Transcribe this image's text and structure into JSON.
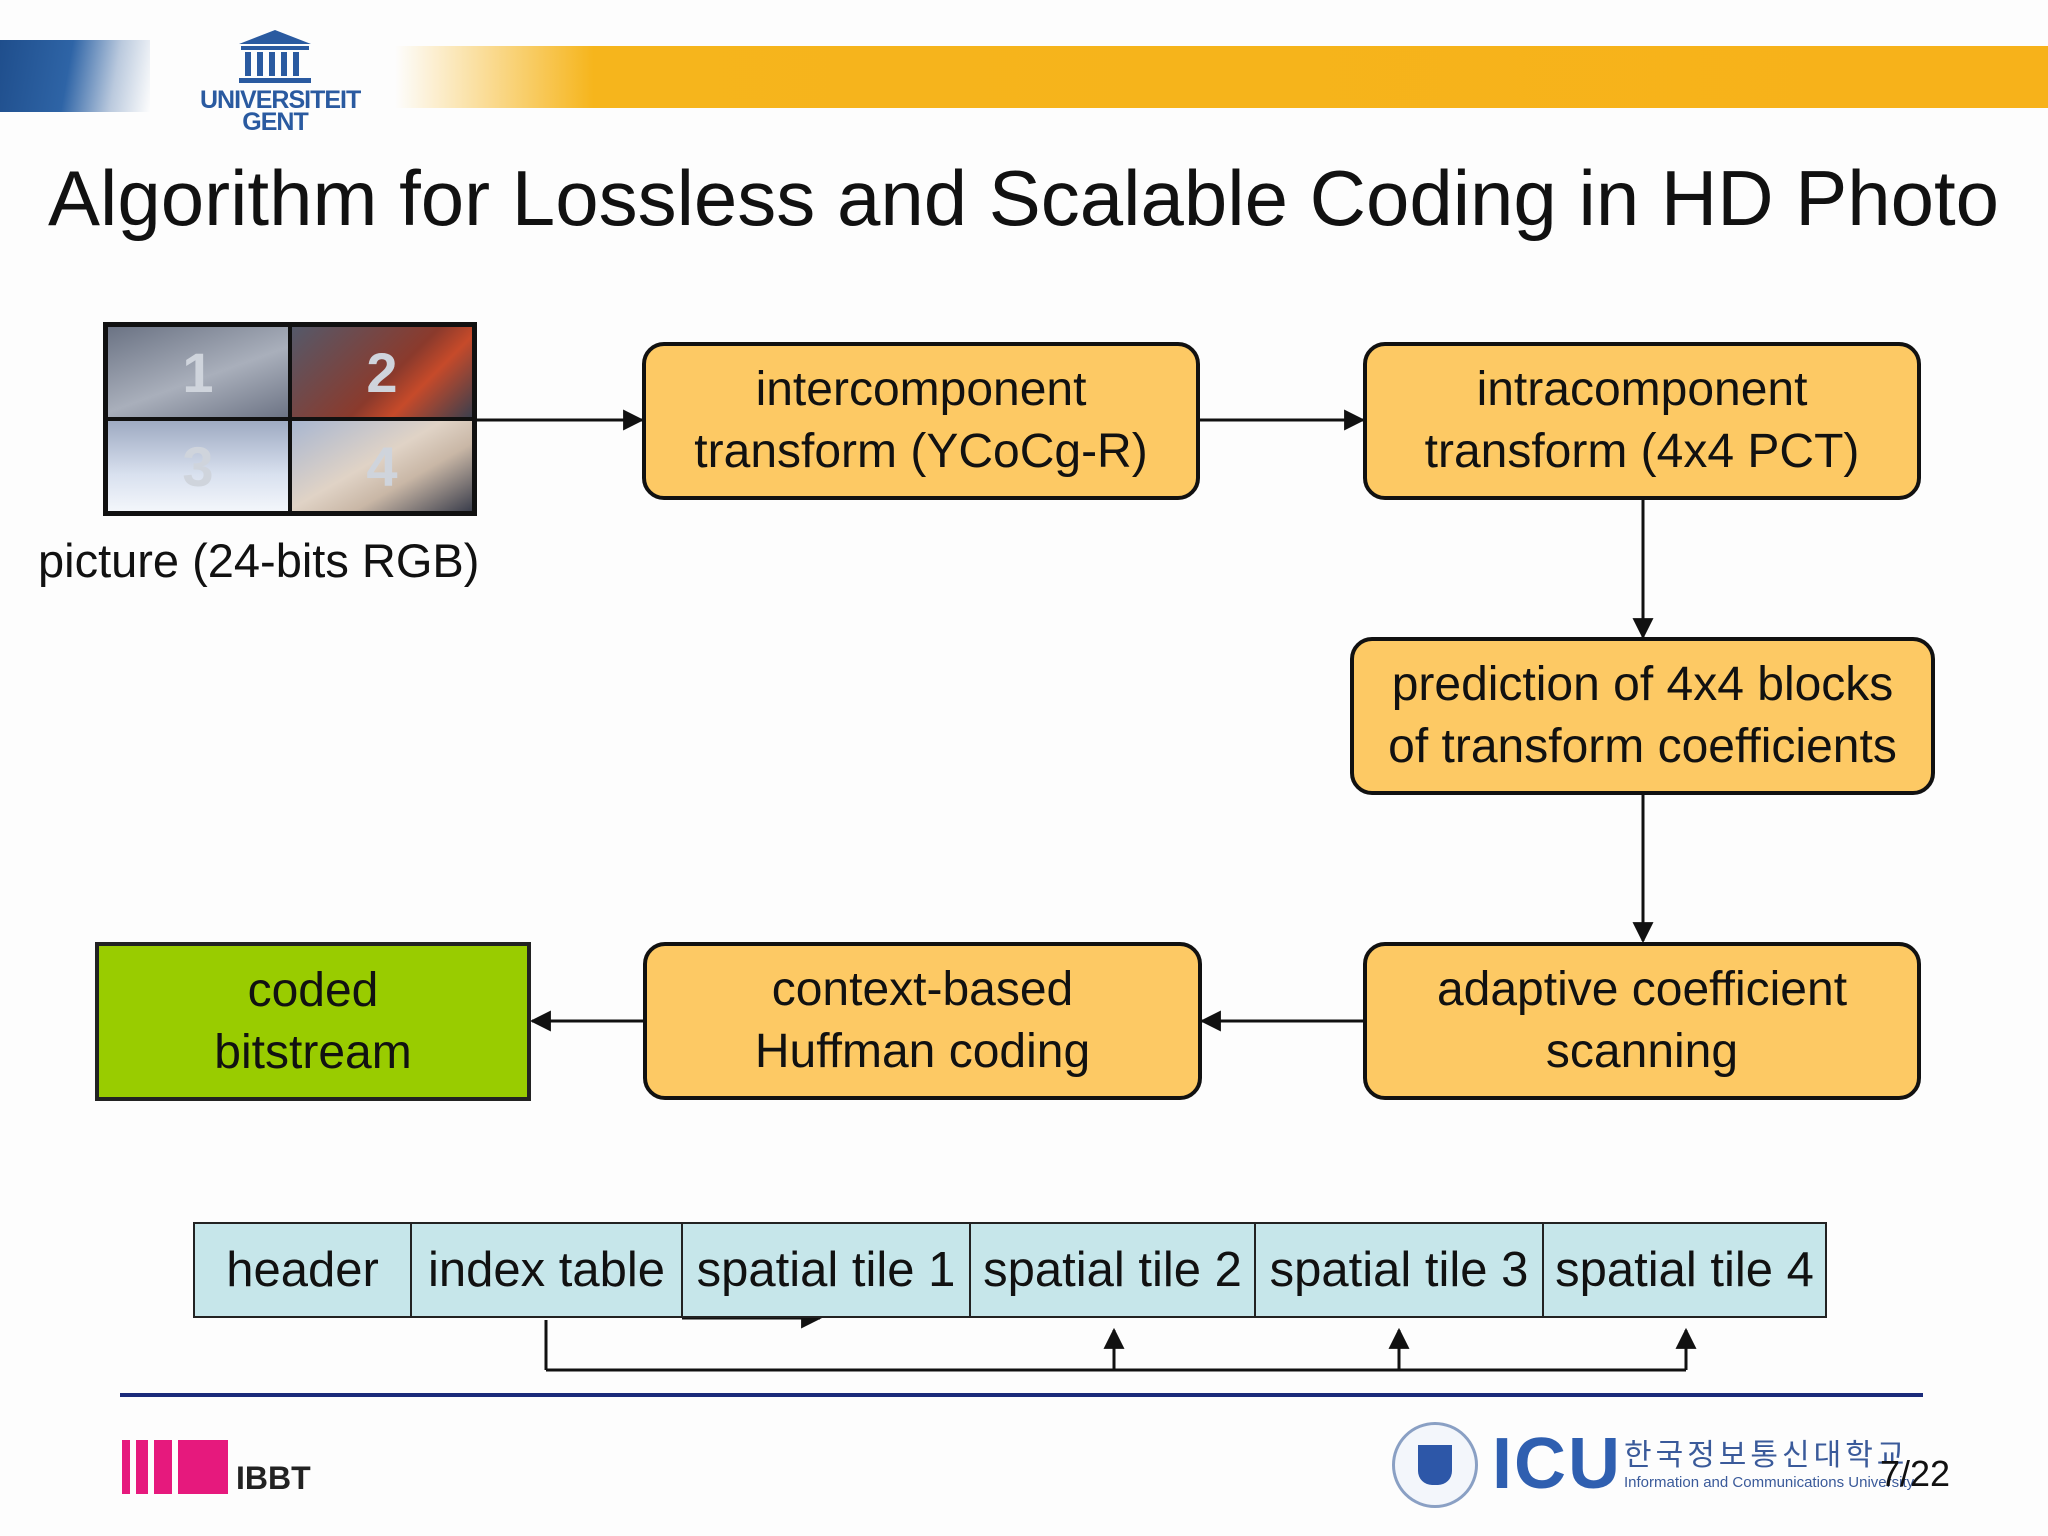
{
  "header": {
    "logo_line1": "UNIVERSITEIT",
    "logo_line2": "GENT"
  },
  "title": "Algorithm for Lossless and Scalable Coding in HD Photo",
  "picture": {
    "tiles": [
      "1",
      "2",
      "3",
      "4"
    ],
    "caption": "picture (24-bits RGB)"
  },
  "flow": {
    "intercomponent": "intercomponent\ntransform (YCoCg-R)",
    "intracomponent": "intracomponent\ntransform (4x4 PCT)",
    "prediction": "prediction of 4x4 blocks\nof transform coefficients",
    "scanning": "adaptive coefficient\nscanning",
    "huffman": "context-based\nHuffman coding",
    "output": "coded\nbitstream"
  },
  "bitstream": {
    "segments": [
      "header",
      "index table",
      "spatial tile 1",
      "spatial tile 2",
      "spatial tile 3",
      "spatial tile 4"
    ]
  },
  "footer": {
    "ibbt": "IBBT",
    "icu_brand": "ICU",
    "icu_korean": "한국정보통신대학교",
    "icu_english": "Information and Communications University",
    "page": "7/22"
  },
  "colors": {
    "box_fill": "#fdc964",
    "output_fill": "#99cc00",
    "strip_fill": "#c6e6ea",
    "banner": "#f7b21a",
    "footer_rule": "#1a2a7a"
  }
}
